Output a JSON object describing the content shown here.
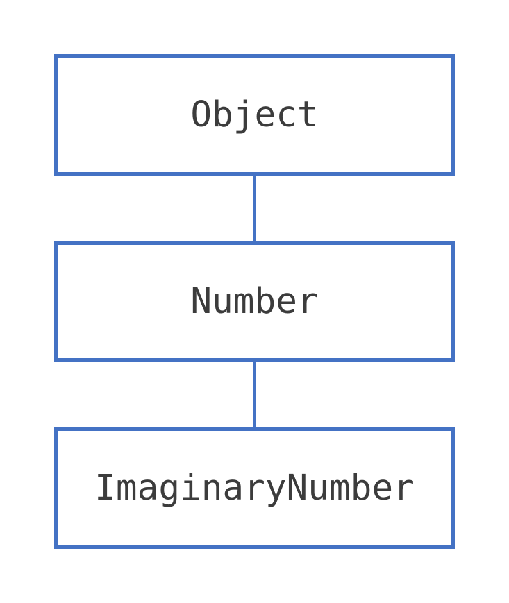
{
  "diagram": {
    "type": "class-inheritance-hierarchy",
    "background_color": "#ffffff",
    "node_border_color": "#4472c4",
    "node_fill_color": "#ffffff",
    "edge_color": "#4472c4",
    "label_color": "#3c3c3c",
    "nodes": [
      {
        "id": "object",
        "label": "Object"
      },
      {
        "id": "number",
        "label": "Number"
      },
      {
        "id": "imaginarynumber",
        "label": "ImaginaryNumber"
      }
    ],
    "edges": [
      {
        "id": "edge-object-number",
        "from": "Object",
        "to": "Number"
      },
      {
        "id": "edge-number-imaginarynumber",
        "from": "Number",
        "to": "ImaginaryNumber"
      }
    ]
  }
}
